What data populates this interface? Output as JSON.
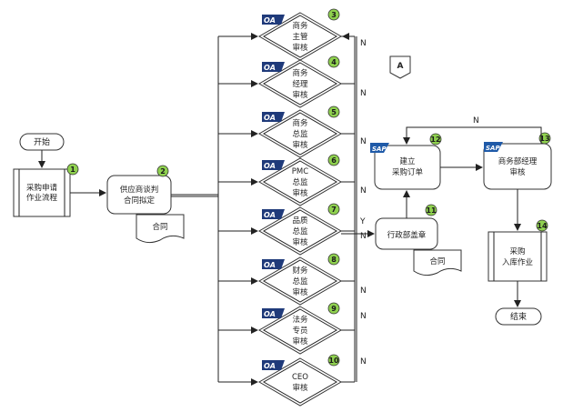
{
  "start": "开始",
  "end": "结束",
  "process_requisition": [
    "采购申请",
    "作业流程"
  ],
  "supplier_negotiation": [
    "供应商谈判",
    "合同拟定"
  ],
  "contract_doc_1": "合同",
  "contract_doc_2": "合同",
  "connector": "A",
  "oa_label": "OA",
  "sap_label": "SAP",
  "reviews": [
    {
      "num": "3",
      "lines": [
        "商务",
        "主管",
        "审核"
      ]
    },
    {
      "num": "4",
      "lines": [
        "商务",
        "经理",
        "审核"
      ]
    },
    {
      "num": "5",
      "lines": [
        "商务",
        "总监",
        "审核"
      ]
    },
    {
      "num": "6",
      "lines": [
        "PMC",
        "总监",
        "审核"
      ]
    },
    {
      "num": "7",
      "lines": [
        "品质",
        "总监",
        "审核"
      ]
    },
    {
      "num": "8",
      "lines": [
        "财务",
        "总监",
        "审核"
      ]
    },
    {
      "num": "9",
      "lines": [
        "法务",
        "专员",
        "审核"
      ]
    },
    {
      "num": "10",
      "lines": [
        "CEO",
        "审核"
      ]
    }
  ],
  "admin_seal": "行政部盖章",
  "create_po": [
    "建立",
    "采购订单"
  ],
  "dept_manager_review": [
    "商务部经理",
    "审核"
  ],
  "warehousing": [
    "采购",
    "入库作业"
  ],
  "step_numbers": {
    "requisition": "1",
    "negotiation": "2",
    "admin": "11",
    "create_po": "12",
    "dept_manager": "13",
    "warehousing": "14"
  },
  "decision_labels": {
    "no": "N",
    "yes": "Y"
  },
  "colors": {
    "oa_badge": "#1f3a7a",
    "step_circle": "#8fd14f",
    "stroke": "#333333"
  }
}
